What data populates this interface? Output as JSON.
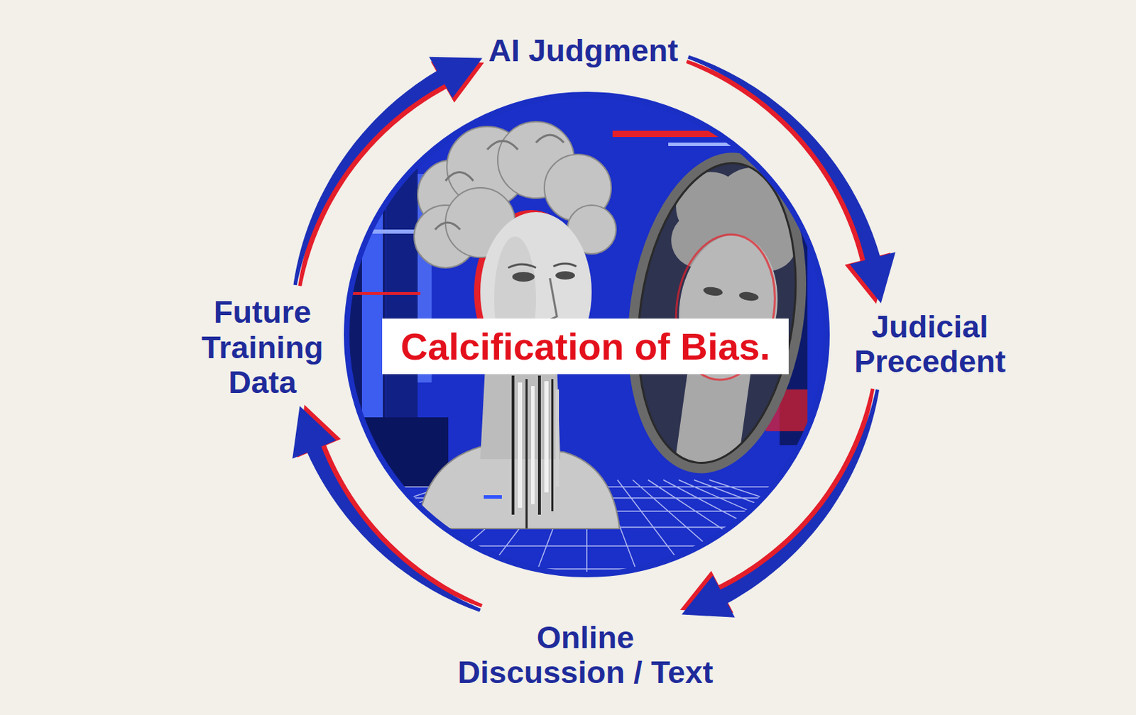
{
  "diagram": {
    "nodes": [
      {
        "text": [
          "AI Judgment"
        ]
      },
      {
        "text": [
          "Judicial Precedent"
        ]
      },
      {
        "text": [
          "Online Discussion / Text"
        ]
      },
      {
        "text": [
          "Future Training Data"
        ]
      },
      {
        "text": [
          "Calcification of Bias."
        ]
      }
    ],
    "edges": [
      {
        "from": 0,
        "to": 1,
        "arrow": "to"
      },
      {
        "from": 1,
        "to": 2,
        "arrow": "to"
      },
      {
        "from": 2,
        "to": 3,
        "arrow": "to"
      },
      {
        "from": 3,
        "to": 0,
        "arrow": "to"
      }
    ]
  }
}
